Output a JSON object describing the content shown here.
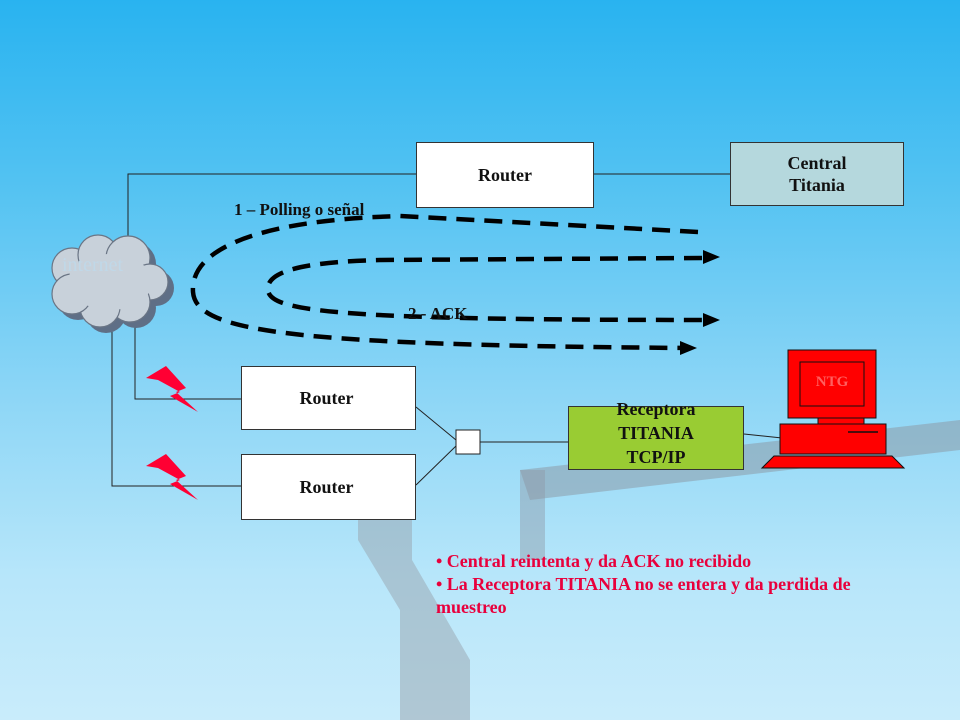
{
  "diagram": {
    "router_top": "Router",
    "central": [
      "Central",
      "Titania"
    ],
    "cloud": "internet",
    "label_polling": "1 – Polling o señal",
    "label_ack": "2 - ACK",
    "router_mid": "Router",
    "router_bottom": "Router",
    "receptora": [
      "Receptora",
      "TITANIA",
      "TCP/IP"
    ],
    "monitor": "NTG"
  },
  "notes": [
    "• Central reintenta y da ACK no recibido",
    "•  La Receptora TITANIA  no se entera y da perdida de muestreo"
  ],
  "colors": {
    "router_fill": "#ffffff",
    "central_fill": "#b5d8dd",
    "receptora_fill": "#99cc33",
    "lightning": "#ff0033",
    "computer": "#ff0000",
    "note_text": "#e8003c"
  }
}
